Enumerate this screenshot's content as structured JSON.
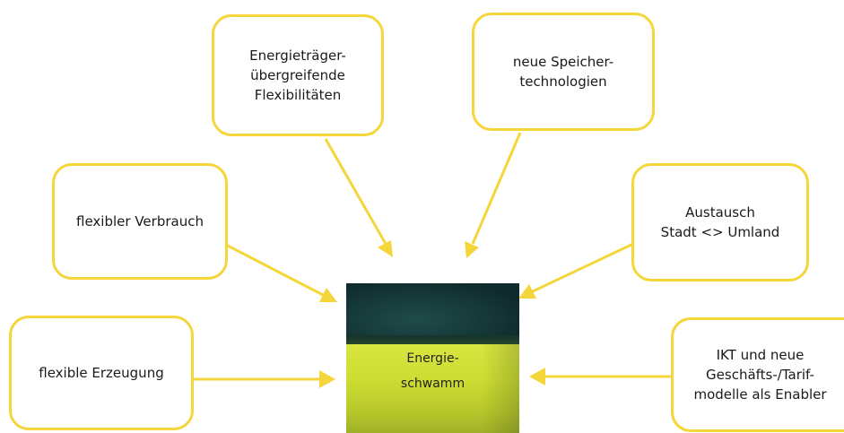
{
  "boxes": {
    "energietraeger": "Energieträger-\nübergreifende\nFlexibilitäten",
    "speicher": "neue Speicher-\ntechnologien",
    "verbrauch": "flexibler Verbrauch",
    "austausch": "Austausch\nStadt <> Umland",
    "erzeugung": "flexible Erzeugung",
    "ikt": "IKT und neue\nGeschäfts-/Tarif-\nmodelle als Enabler"
  },
  "center": {
    "label": "Energie-\nschwamm"
  },
  "colors": {
    "accent": "#f5d63a",
    "sponge_top": "#163a3a",
    "sponge_body": "#cddd33"
  }
}
